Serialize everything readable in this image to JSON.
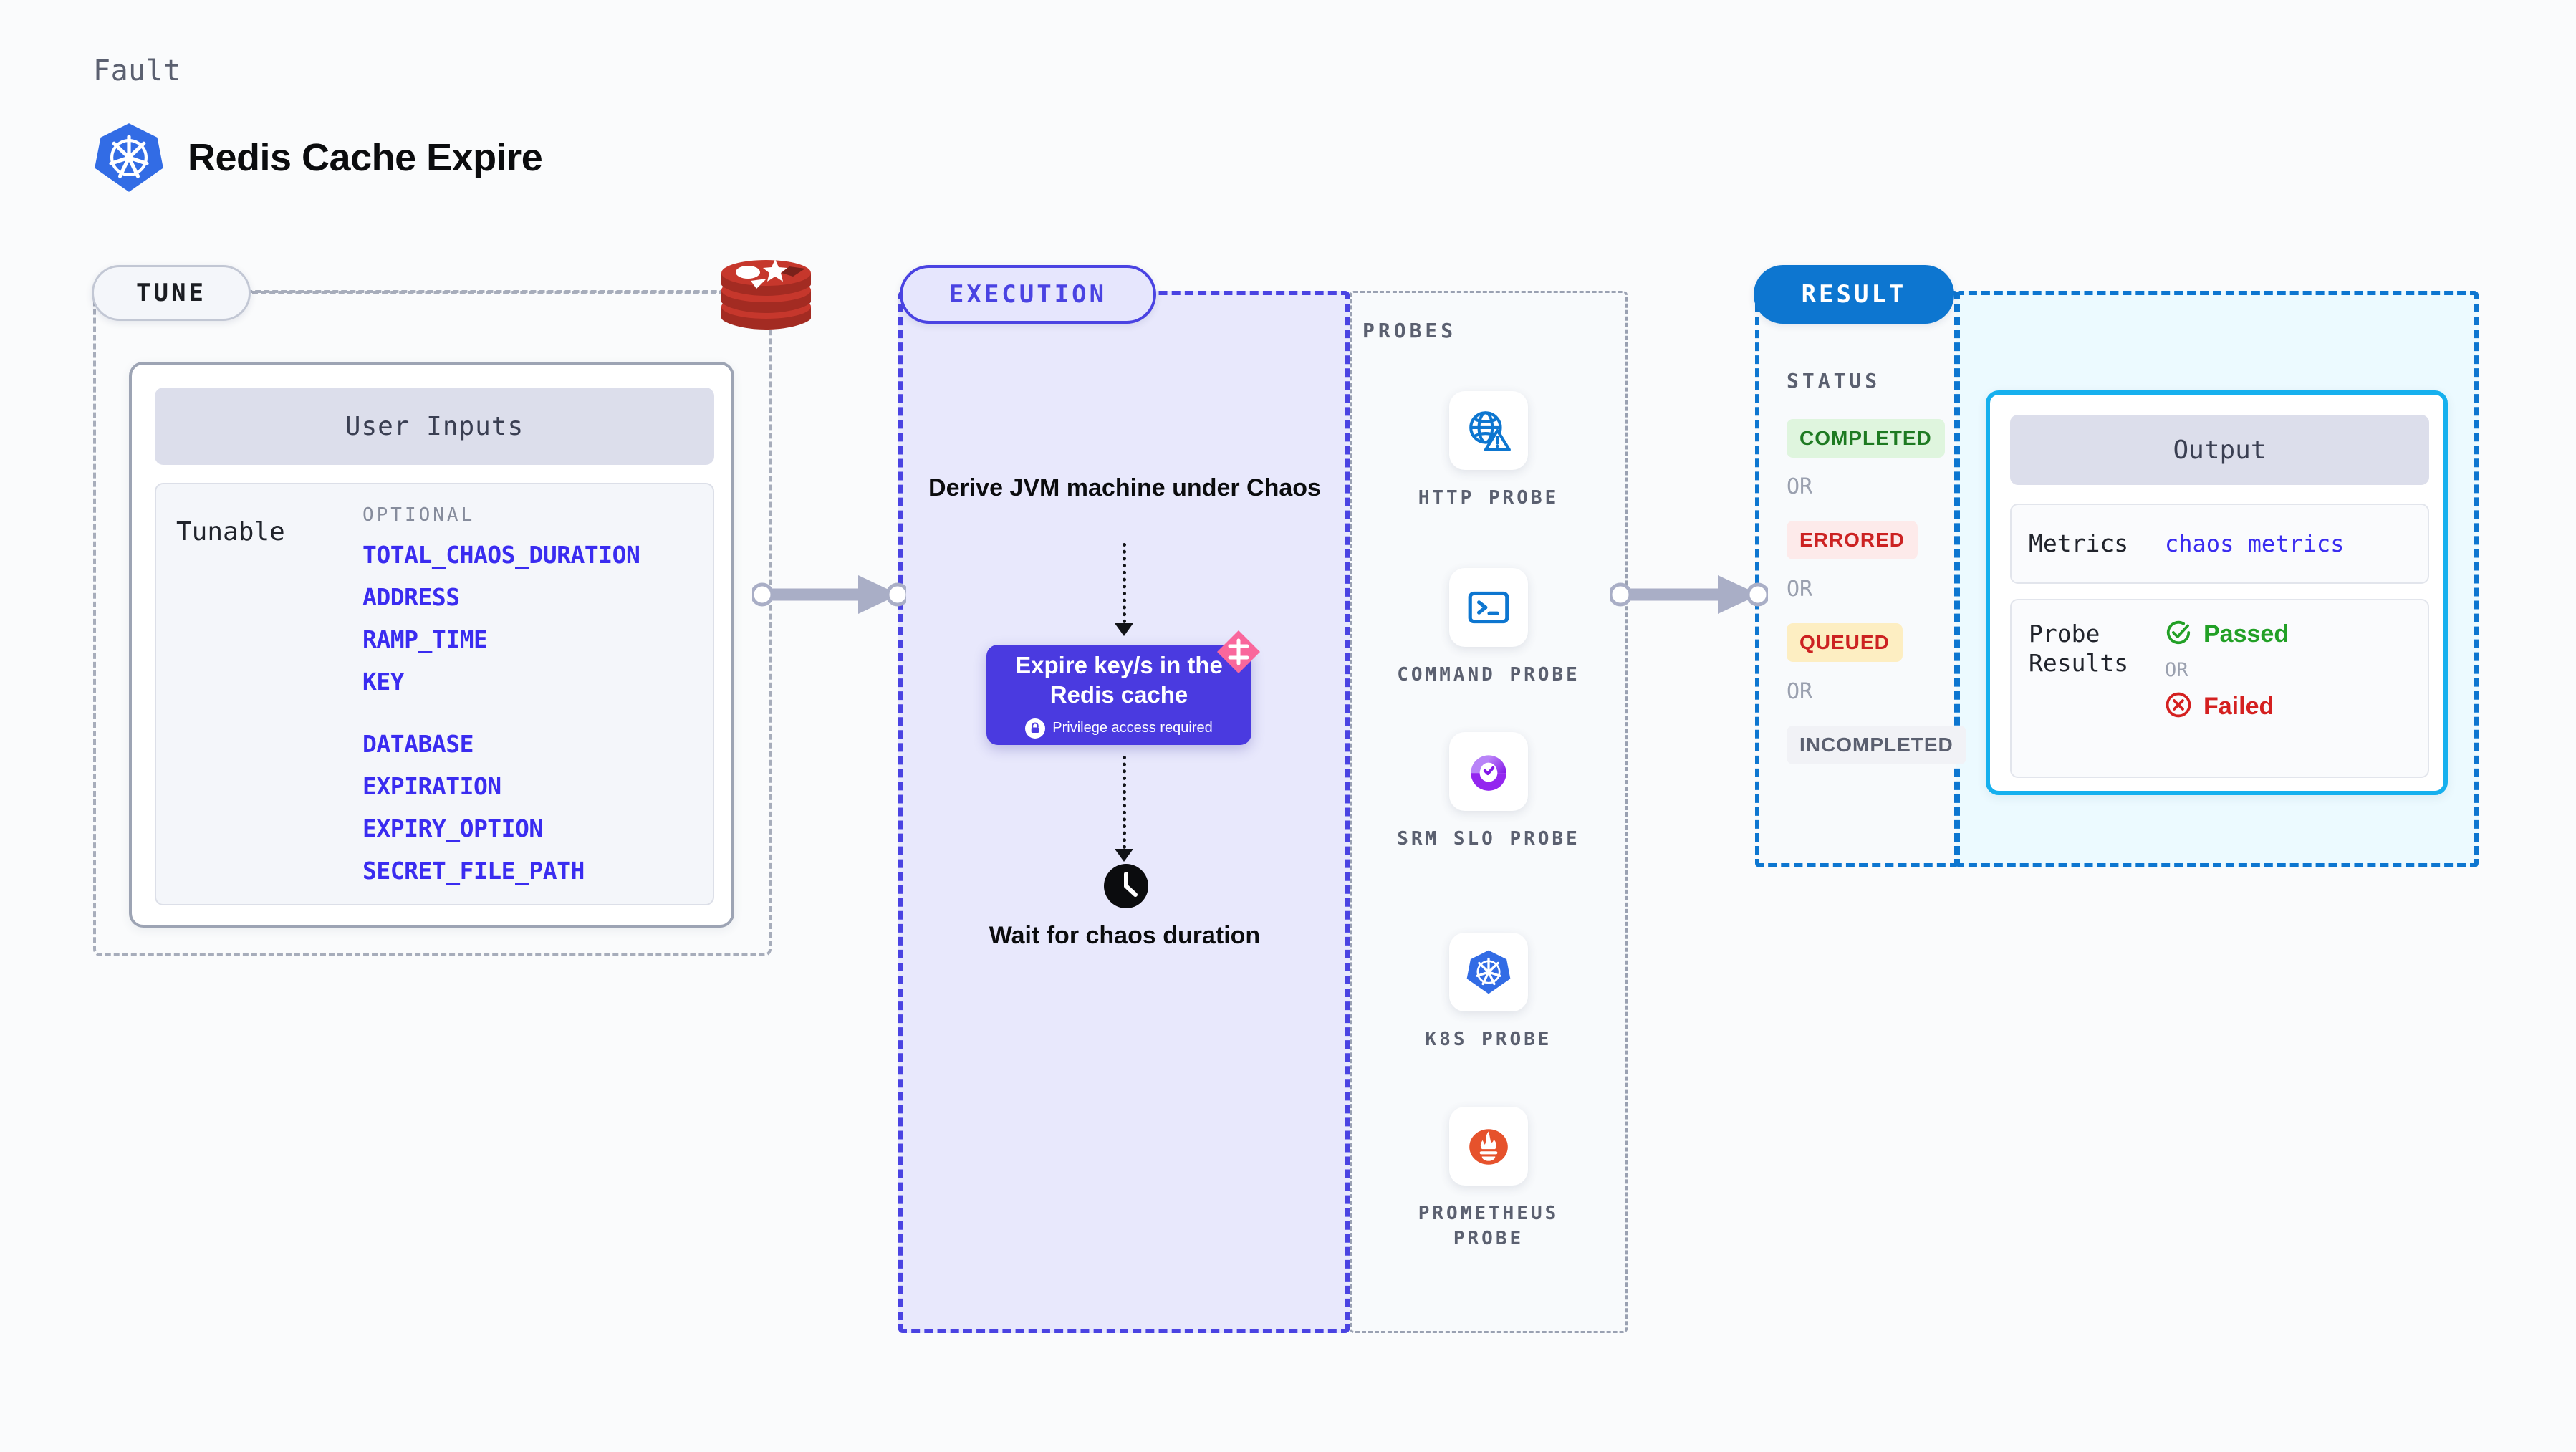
{
  "header": {
    "eyebrow": "Fault",
    "title": "Redis Cache Expire",
    "logo_icon": "kubernetes-icon"
  },
  "tune": {
    "pill_label": "TUNE",
    "card_title": "User Inputs",
    "row_label": "Tunable",
    "optional_label": "OPTIONAL",
    "tech_icon": "redis-icon",
    "items": [
      "TOTAL_CHAOS_DURATION",
      "ADDRESS",
      "RAMP_TIME",
      "KEY",
      "DATABASE",
      "EXPIRATION",
      "EXPIRY_OPTION",
      "SECRET_FILE_PATH"
    ]
  },
  "execution": {
    "pill_label": "EXECUTION",
    "step_top": "Derive JVM machine under Chaos",
    "action_title": "Expire key/s in the Redis cache",
    "action_subtitle": "Privilege access required",
    "action_lock_icon": "lock-icon",
    "ribbon_icon": "harness-ribbon-icon",
    "clock_icon": "clock-icon",
    "step_bottom": "Wait for chaos duration"
  },
  "probes": {
    "title": "PROBES",
    "items": [
      {
        "label": "HTTP PROBE",
        "icon": "globe-warning-icon"
      },
      {
        "label": "COMMAND PROBE",
        "icon": "terminal-icon"
      },
      {
        "label": "SRM SLO PROBE",
        "icon": "slo-gauge-icon"
      },
      {
        "label": "K8S PROBE",
        "icon": "kubernetes-icon"
      },
      {
        "label": "PROMETHEUS PROBE",
        "icon": "prometheus-icon"
      }
    ]
  },
  "result": {
    "pill_label": "RESULT",
    "status_title": "STATUS",
    "or_label": "OR",
    "statuses": [
      {
        "label": "COMPLETED",
        "color": "#1e7a22",
        "bg": "#dff5de"
      },
      {
        "label": "ERRORED",
        "color": "#cc2222",
        "bg": "#fdeaea"
      },
      {
        "label": "QUEUED",
        "color": "#cc2222",
        "bg": "#fdeec2"
      },
      {
        "label": "INCOMPLETED",
        "color": "#5b6070",
        "bg": "#f1f2f6"
      }
    ],
    "output": {
      "card_title": "Output",
      "metrics_key": "Metrics",
      "metrics_value": "chaos metrics",
      "probe_key": "Probe Results",
      "passed_label": "Passed",
      "failed_label": "Failed",
      "or_label": "OR",
      "passed_icon": "check-circle-icon",
      "failed_icon": "x-circle-icon"
    }
  },
  "colors": {
    "accent_purple": "#4a43e2",
    "accent_blue": "#0d76d0",
    "accent_cyan": "#16b0ee",
    "tunable_text": "#3a2cf0",
    "pass_green": "#22a026",
    "fail_red": "#d42020",
    "redis_red": "#b5322b"
  }
}
